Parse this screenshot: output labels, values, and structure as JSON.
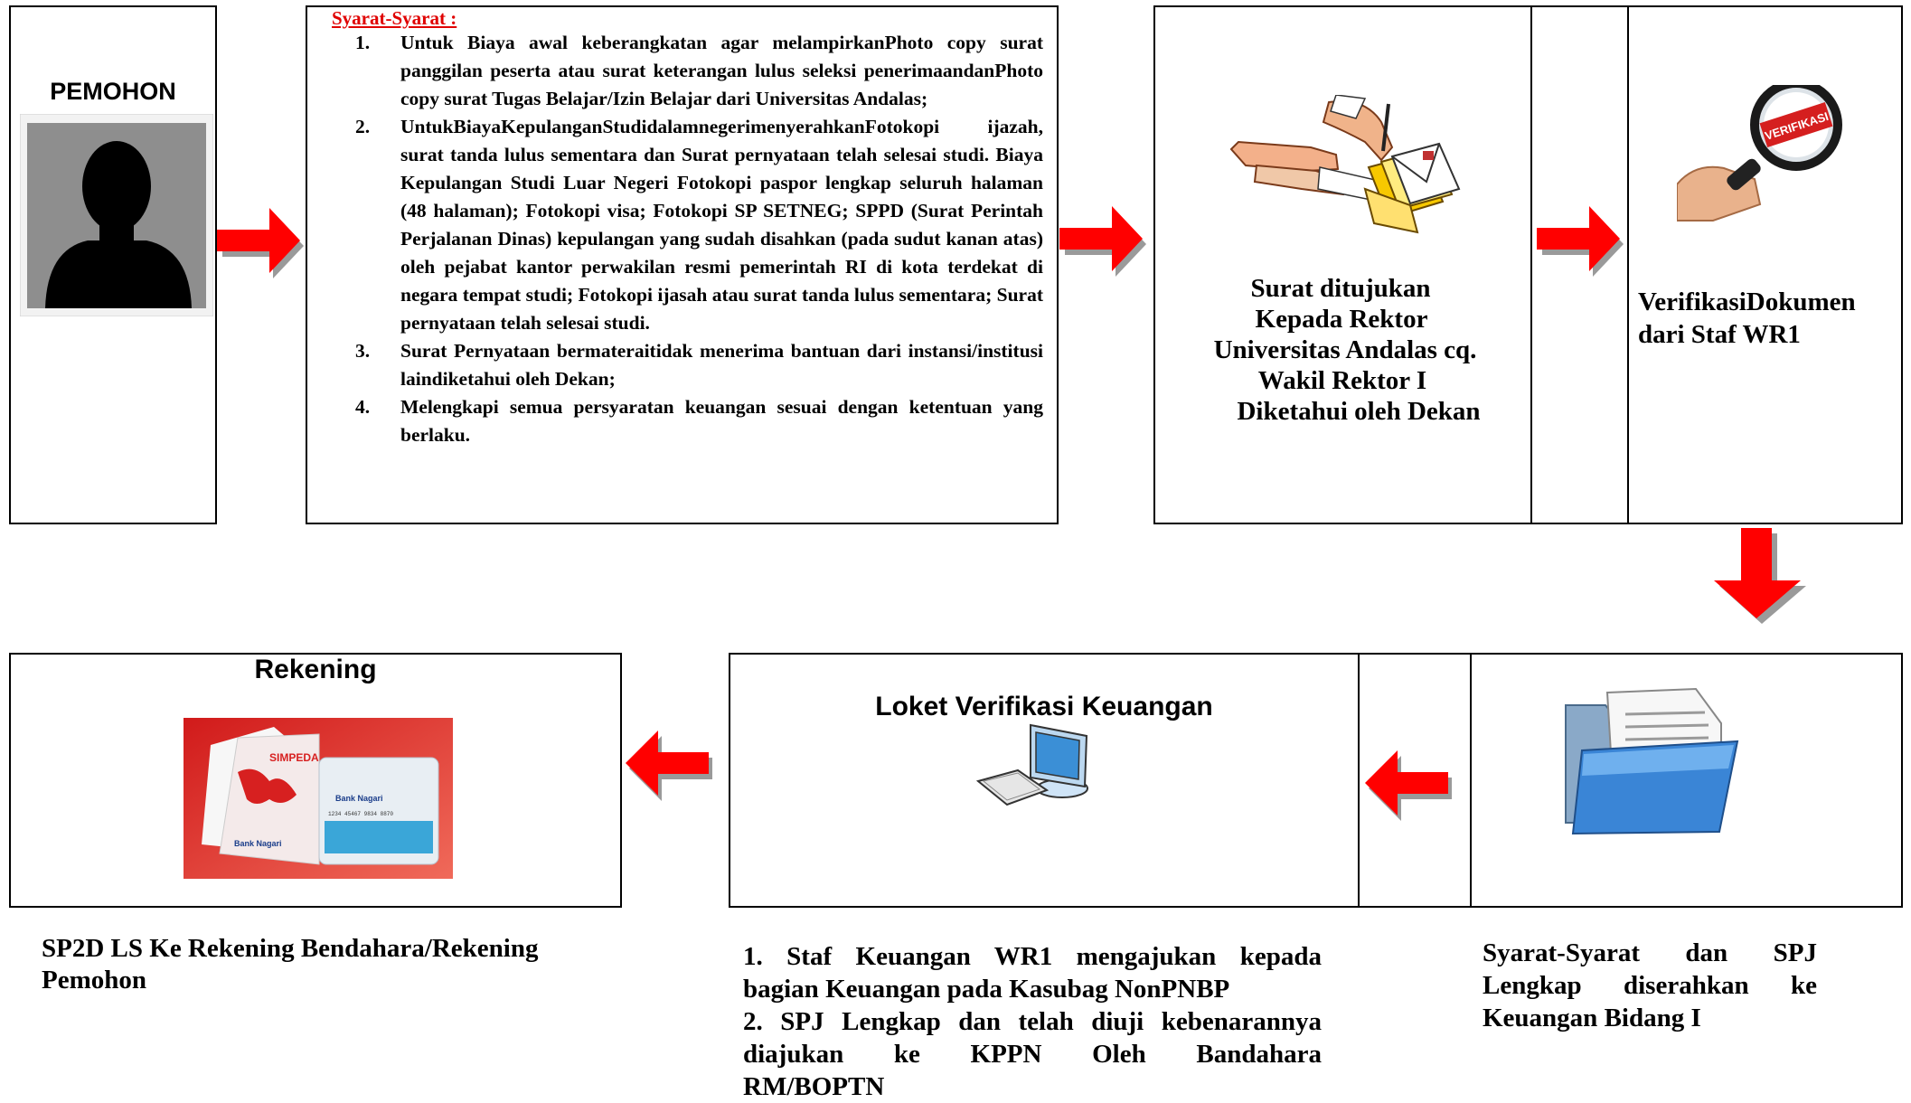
{
  "pemohon": {
    "title": "PEMOHON"
  },
  "requirements": {
    "heading": "Syarat-Syarat :",
    "items": [
      {
        "num": "1.",
        "text": "Untuk Biaya awal keberangkatan agar melampirkanPhoto copy surat panggilan peserta atau surat keterangan lulus seleksi penerimaandanPhoto copy surat Tugas Belajar/Izin Belajar dari Universitas Andalas;"
      },
      {
        "num": "2.",
        "text": "UntukBiayaKepulanganStudidalamnegerimenyerahkanFotokopi ijazah, surat tanda lulus sementara dan Surat pernyataan telah selesai studi. Biaya Kepulangan Studi Luar Negeri Fotokopi paspor lengkap seluruh halaman (48 halaman); Fotokopi visa; Fotokopi SP SETNEG; SPPD (Surat Perintah Perjalanan Dinas) kepulangan yang sudah disahkan (pada sudut kanan atas) oleh pejabat kantor perwakilan resmi pemerintah RI di kota terdekat di negara tempat studi; Fotokopi ijasah atau surat tanda lulus sementara; Surat pernyataan telah selesai studi."
      },
      {
        "num": "3.",
        "text": "Surat Pernyataan bermateraitidak menerima bantuan dari instansi/institusi laindiketahui oleh Dekan;"
      },
      {
        "num": "4.",
        "text": "Melengkapi semua persyaratan keuangan sesuai dengan ketentuan yang berlaku."
      }
    ]
  },
  "surat": {
    "lines": [
      "Surat ditujukan",
      "Kepada Rektor",
      "Universitas Andalas cq.",
      "Wakil Rektor I",
      "Diketahui oleh Dekan"
    ]
  },
  "verifikasi": {
    "caption_lines": [
      "VerifikasiDokumen",
      "dari Staf WR1"
    ],
    "image_label": "VERIFIKASI"
  },
  "syarat_spj": {
    "caption_lines": [
      "Syarat-Syarat dan SPJ",
      "Lengkap diserahkan ke",
      "Keuangan Bidang I"
    ]
  },
  "loket": {
    "title": "Loket Verifikasi Keuangan",
    "caption_lines": [
      "1. Staf Keuangan WR1 mengajukan kepada",
      "bagian Keuangan pada Kasubag NonPNBP",
      "2. SPJ Lengkap dan telah diuji kebenarannya",
      "diajukan ke KPPN Oleh Bandahara",
      "RM/BOPTN"
    ]
  },
  "rekening": {
    "title": "Rekening",
    "card_brand": "SIMPEDA",
    "bank_name": "Bank Nagari",
    "card_number": "1234 45467 9834 8870",
    "caption_lines": [
      "SP2D LS Ke Rekening Bendahara/Rekening",
      "Pemohon"
    ]
  },
  "colors": {
    "arrow": "#ff0000",
    "arrow_shadow": "#9a9a9a",
    "heading": "#e00000"
  }
}
